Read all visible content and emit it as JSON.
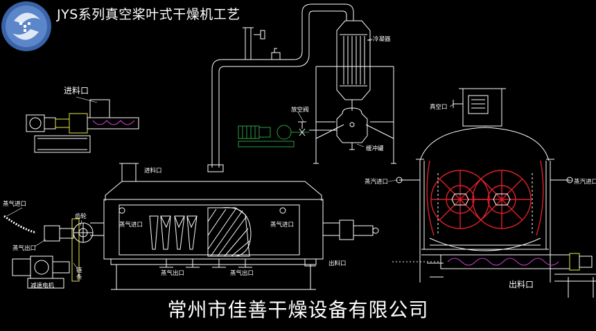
{
  "title": "JYS系列真空桨叶式干燥机工艺",
  "footer": "常州市佳善干燥设备有限公司",
  "logo": {
    "name": "company-logo",
    "color": "#3a63a8"
  },
  "labels": {
    "condenser": "冷凝器",
    "vent_valve": "放空阀",
    "buffer_tank": "缓冲罐",
    "feed_port_left": "进料口",
    "feed_port_main": "进料口",
    "steam_in_left": "蒸气进口",
    "gear": "齿轮",
    "steam_out_left": "蒸气出口",
    "chain": "链条",
    "reducer_motor": "减速电机",
    "steam_in_body_left": "蒸气进口",
    "steam_in_body_right": "蒸气进口",
    "steam_out_bottom_1": "蒸气出口",
    "steam_out_bottom_2": "蒸气出口",
    "discharge_main": "出料口",
    "vacuum_port": "真空口",
    "steam_in_right_1": "蒸汽进口",
    "steam_in_right_2": "蒸汽进口",
    "discharge_right": "出料口"
  },
  "colors": {
    "line": "#ffffff",
    "paddle": "#e0202a",
    "pump": "#2ea043",
    "screw": "#d040d0",
    "accent": "#e8e84a"
  }
}
